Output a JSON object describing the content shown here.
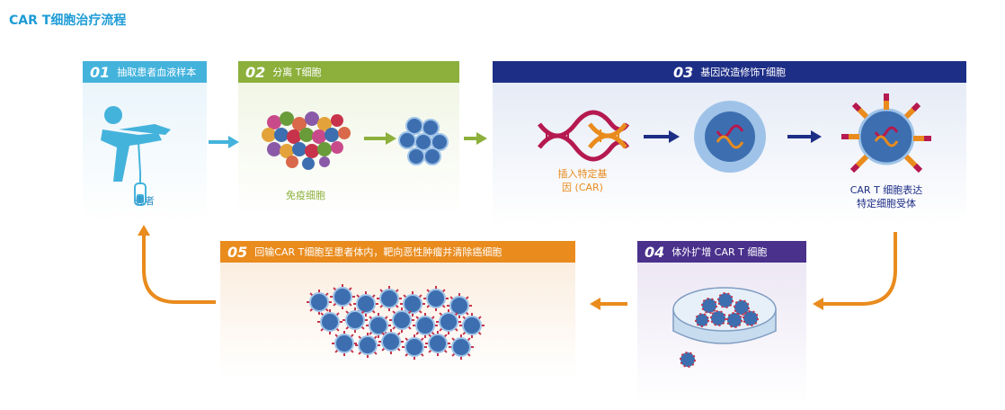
{
  "title": "CAR T细胞治疗流程",
  "steps": [
    {
      "num": "01",
      "label": "抽取患者血液样本",
      "caption": "患者"
    },
    {
      "num": "02",
      "label": "分离 T细胞",
      "caption": "免疫细胞"
    },
    {
      "num": "03",
      "label": "基因改造修饰T细胞",
      "caption_gene_line1": "插入特定基",
      "caption_gene_line2": "因 (CAR)",
      "caption_cell_line1": "CAR T 细胞表达",
      "caption_cell_line2": "特定细胞受体"
    },
    {
      "num": "04",
      "label": "体外扩增 CAR T 细胞"
    },
    {
      "num": "05",
      "label": "回输CAR T细胞至患者体内，靶向恶性肿瘤并清除癌细胞"
    }
  ],
  "colors": {
    "title": "#1e9cd6",
    "step1": "#44b3dc",
    "step2": "#8cb03b",
    "step3": "#1d2e86",
    "step4": "#4a318c",
    "step5": "#e98b1d",
    "dna_red": "#b5194f",
    "dna_orange": "#e98b1d",
    "cell_blue": "#3d6fb0"
  }
}
